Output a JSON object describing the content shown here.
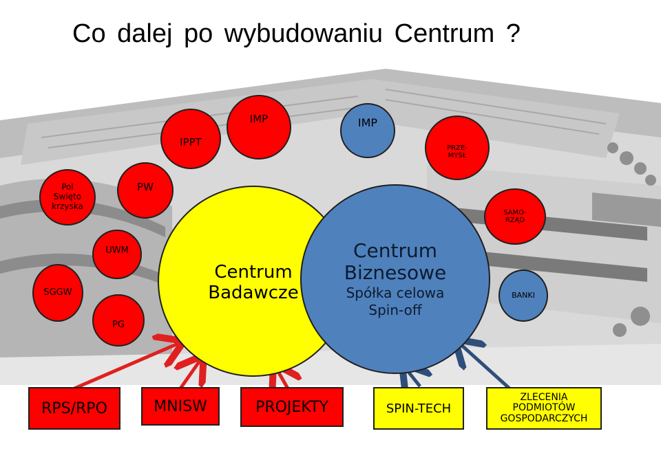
{
  "title": "Co dalej  po wybudowaniu  Centrum ?",
  "circles": {
    "ippt": "IPPT",
    "imp_red": "IMP",
    "imp_blue": "IMP",
    "przemysl_1": "PRZE-",
    "przemysl_2": "MYSŁ",
    "pol_1": "Pol",
    "pol_2": "Swięto",
    "pol_3": "krzyska",
    "pw": "PW",
    "samorzad_1": "SAMO-",
    "samorzad_2": "RZĄD",
    "uwm": "UWM",
    "sggw": "SGGW",
    "pg": "PG",
    "banki": "BANKI",
    "centrum_badawcze_1": "Centrum",
    "centrum_badawcze_2": "Badawcze",
    "centrum_biznesowe_1": "Centrum",
    "centrum_biznesowe_2": "Biznesowe",
    "centrum_biznesowe_3": "Spółka celowa",
    "centrum_biznesowe_4": "Spin-off"
  },
  "boxes": {
    "rps": "RPS/RPO",
    "mnisw": "MNISW",
    "projekty": "PROJEKTY",
    "spintech": "SPIN-TECH",
    "zlecenia_1": "ZLECENIA",
    "zlecenia_2": "PODMIOTÓW",
    "zlecenia_3": "GOSPODARCZYCH"
  },
  "colors": {
    "red": "#ff0000",
    "yellow": "#ffff00",
    "blue": "#4f81bd",
    "arrow_red": "#e02020",
    "arrow_blue": "#2e4f7a"
  }
}
